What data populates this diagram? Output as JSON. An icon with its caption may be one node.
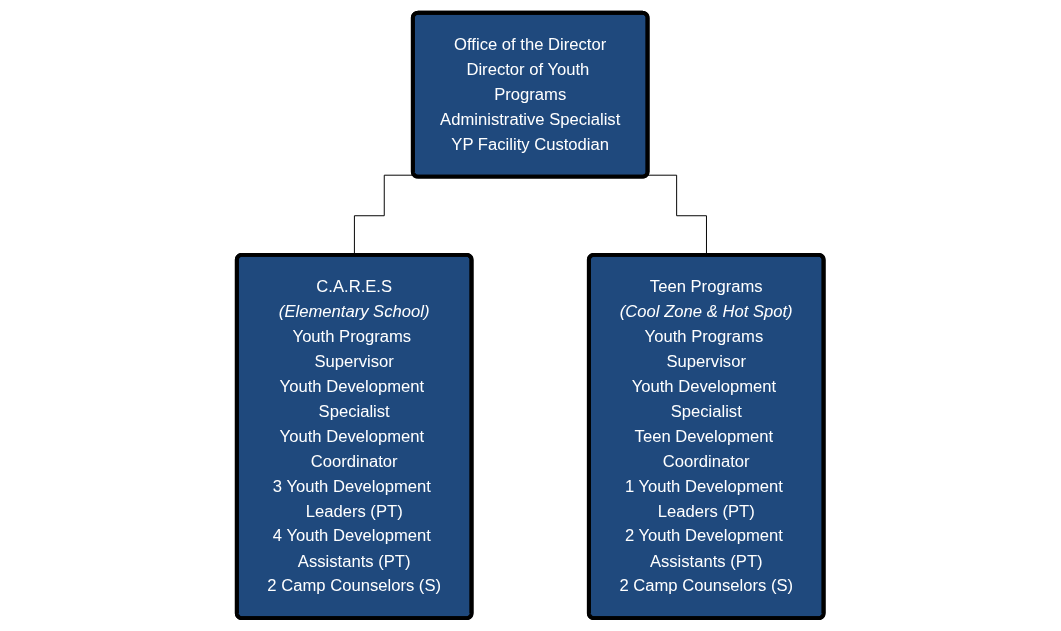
{
  "diagram": {
    "nodes": [
      {
        "text": [
          "Office of the Director",
          "Director of Youth Programs",
          "Administrative Specialist",
          "YP Facility Custodian"
        ]
      },
      {
        "text": [
          "C.A.R.E.S",
          "(Elementary School)",
          "Youth Programs Supervisor",
          "Youth Development Specialist",
          "Youth Development Coordinator",
          "3 Youth Development Leaders (PT)",
          "4 Youth Development Assistants (PT)",
          "2 Camp Counselors (S)"
        ]
      },
      {
        "text": [
          "Teen Programs",
          "(Cool Zone & Hot Spot)",
          "Youth Programs Supervisor",
          "Youth Development Specialist",
          "Teen Development Coordinator",
          "1 Youth Development Leaders (PT)",
          "2 Youth Development Assistants (PT)",
          "2 Camp Counselors (S)"
        ]
      }
    ],
    "edges": [
      {
        "from": 0,
        "to": 1,
        "arrow": "none"
      },
      {
        "from": 0,
        "to": 2,
        "arrow": "none"
      }
    ]
  }
}
